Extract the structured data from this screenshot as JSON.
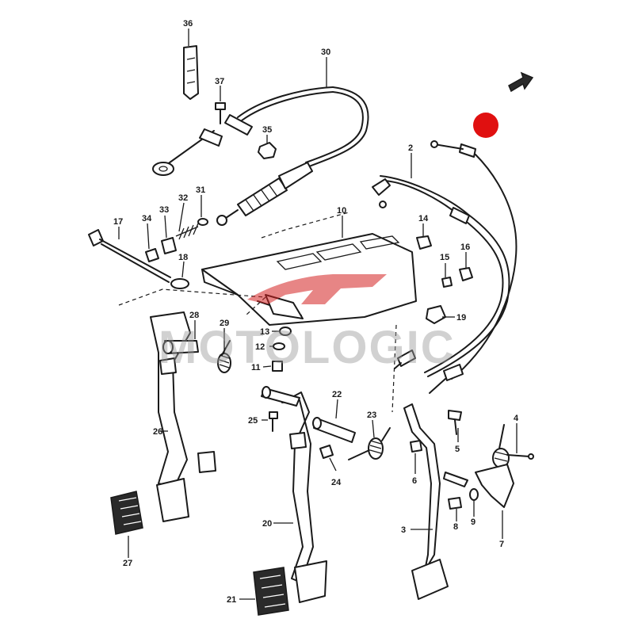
{
  "watermark": "MOTOLOGIC",
  "marker_color": "#e01010",
  "watermark_logo_color": "#d42020",
  "callouts": [
    "36",
    "37",
    "30",
    "35",
    "2",
    "31",
    "32",
    "33",
    "34",
    "17",
    "18",
    "10",
    "14",
    "16",
    "15",
    "19",
    "28",
    "29",
    "13",
    "12",
    "11",
    "22",
    "23",
    "25",
    "26",
    "24",
    "5",
    "4",
    "6",
    "9",
    "8",
    "7",
    "3",
    "20",
    "27",
    "21"
  ]
}
